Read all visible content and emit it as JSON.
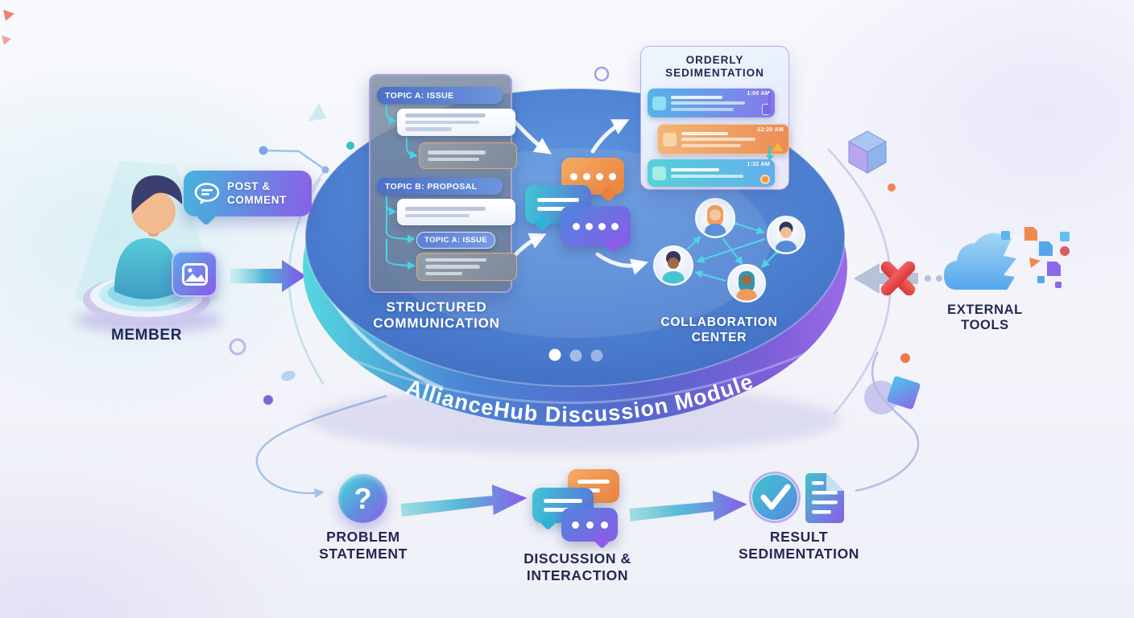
{
  "palette": {
    "teal": "#3ec8d4",
    "blue": "#4a7fd0",
    "purple": "#8a5ce8",
    "orange": "#f0954e",
    "red": "#e84848",
    "navy": "#1f2950",
    "white": "#ffffff"
  },
  "member": {
    "label": "MEMBER",
    "bubble_label": "POST & COMMENT"
  },
  "disc": {
    "title": "AllianceHub Discussion Module"
  },
  "structured_communication": {
    "label_line1": "STRUCTURED",
    "label_line2": "COMMUNICATION",
    "topic_a": "TOPIC A: ISSUE",
    "topic_b": "TOPIC B: PROPOSAL",
    "topic_a2": "TOPIC A: ISSUE"
  },
  "collaboration_center": {
    "label_line1": "COLLABORATION",
    "label_line2": "CENTER"
  },
  "orderly_sedimentation": {
    "title_line1": "ORDERLY",
    "title_line2": "SEDIMENTATION",
    "messages": [
      {
        "time": "1:00 AM",
        "icon": "device-icon"
      },
      {
        "time": "12:20 AM",
        "icon": "warning-icon"
      },
      {
        "time": "1:32 AM",
        "icon": "clock-icon"
      }
    ]
  },
  "external_tools": {
    "label_line1": "EXTERNAL",
    "label_line2": "TOOLS"
  },
  "flow": [
    {
      "glyph": "?",
      "label_line1": "PROBLEM",
      "label_line2": "STATEMENT"
    },
    {
      "label_line1": "DISCUSSION &",
      "label_line2": "INTERACTION"
    },
    {
      "label_line1": "RESULT",
      "label_line2": "SEDIMENTATION"
    }
  ]
}
